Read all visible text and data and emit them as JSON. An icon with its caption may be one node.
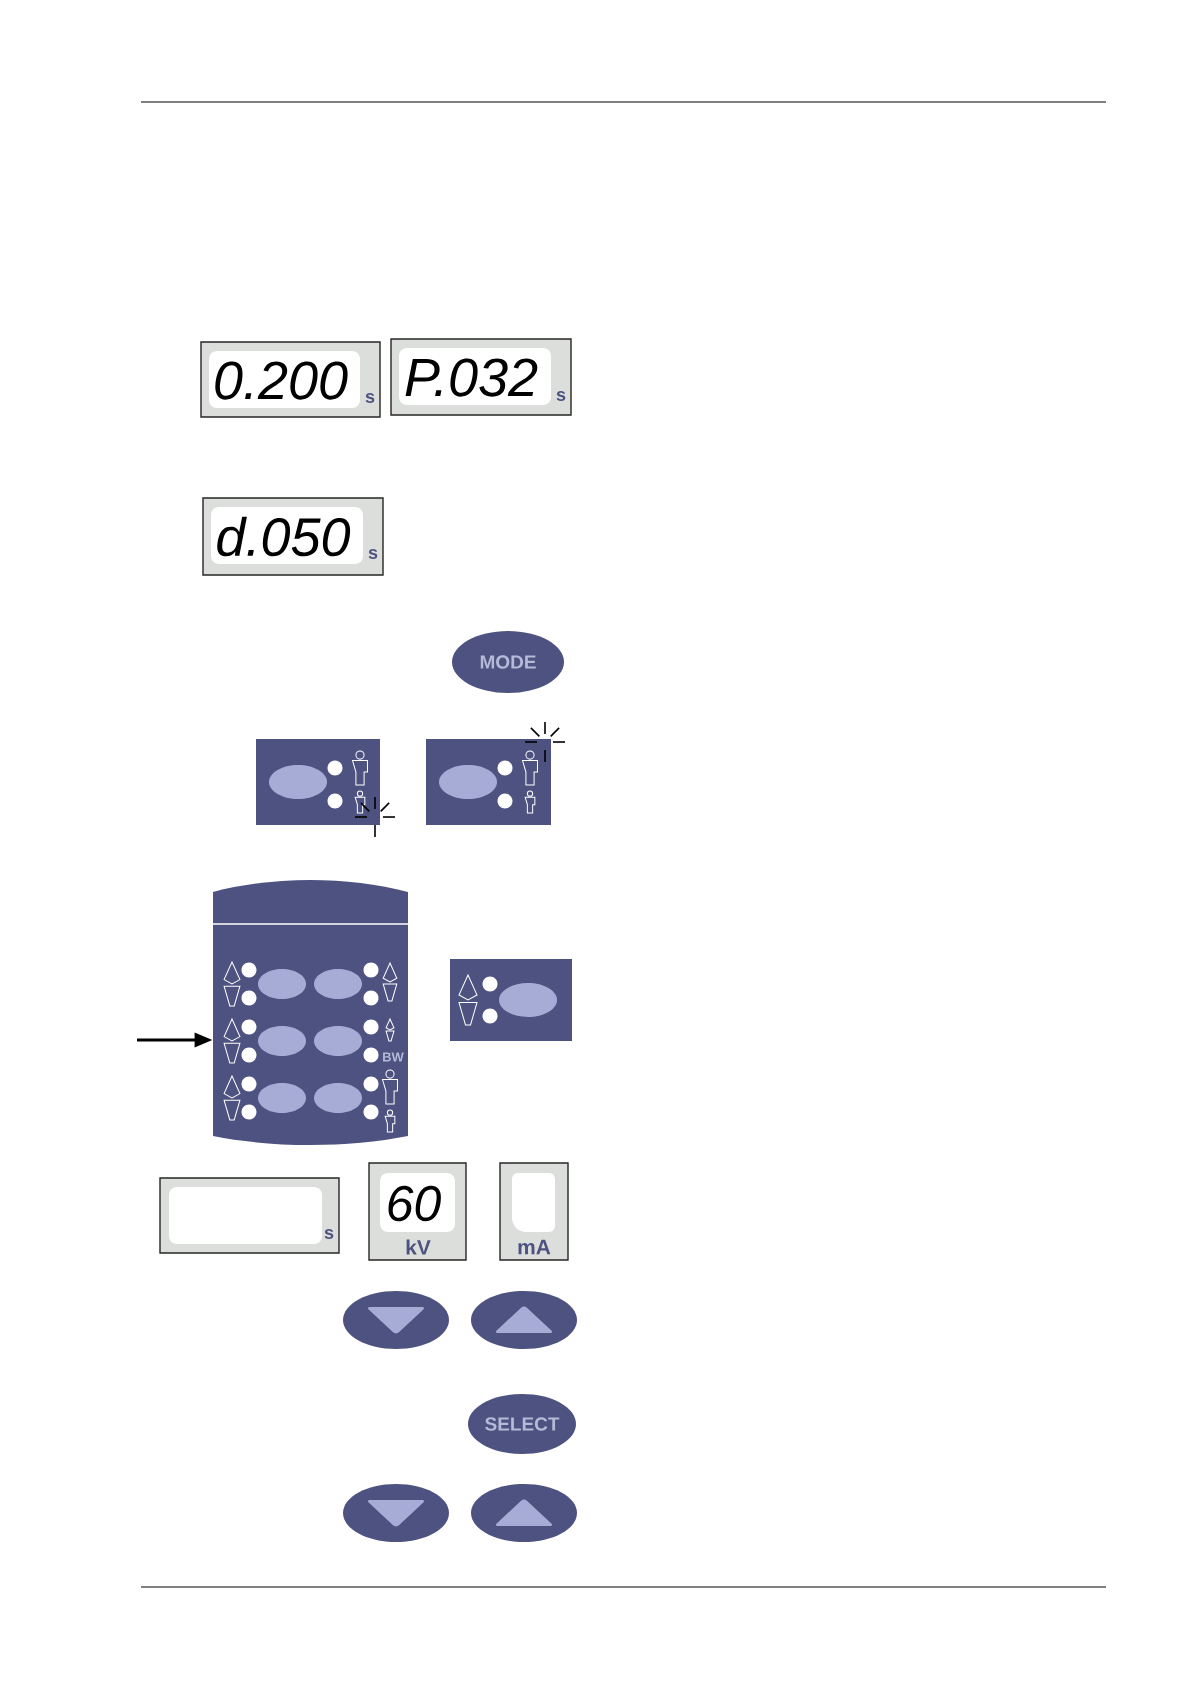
{
  "diagram": {
    "nodes": [
      {
        "text": [
          "0.200",
          "s"
        ]
      },
      {
        "text": [
          "P.032",
          "s"
        ]
      },
      {
        "text": [
          "d.050",
          "s"
        ]
      },
      {
        "text": [
          "MODE"
        ]
      },
      {
        "text": [
          "BW"
        ]
      },
      {
        "text": [
          "s"
        ]
      },
      {
        "text": [
          "60",
          "kV"
        ]
      },
      {
        "text": [
          "mA"
        ]
      },
      {
        "text": [],
        "shape": "ellipse"
      },
      {
        "text": [],
        "shape": "ellipse"
      },
      {
        "text": [
          "SELECT"
        ]
      },
      {
        "text": [],
        "shape": "ellipse"
      },
      {
        "text": [],
        "shape": "ellipse"
      }
    ],
    "edges": [
      {
        "from": null,
        "to": 4,
        "arrow": "to"
      }
    ]
  }
}
